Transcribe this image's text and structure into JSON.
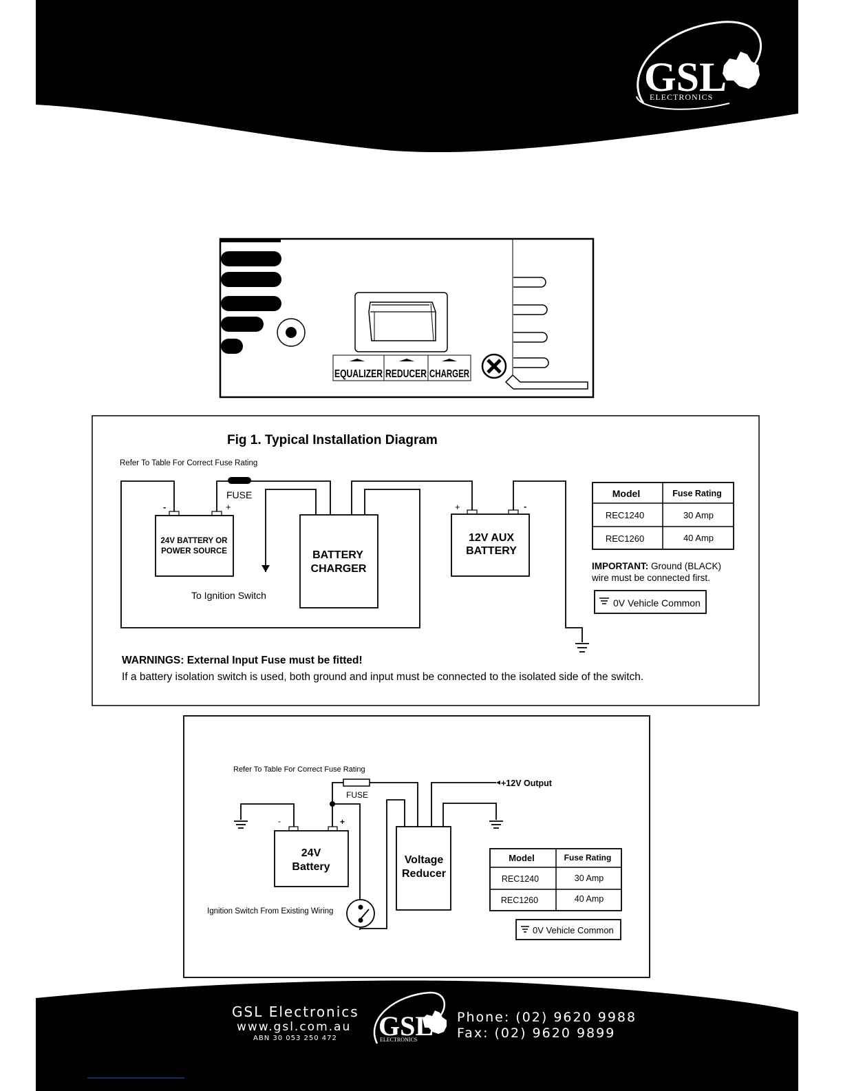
{
  "brand": {
    "logo_text": "GSL",
    "logo_subtext": "ELECTRONICS"
  },
  "panel": {
    "switch_labels": [
      "EQUALIZER",
      "REDUCER",
      "CHARGER"
    ]
  },
  "fig1": {
    "title": "Fig 1. Typical Installation Diagram",
    "fuse_note": "Refer To Table For Correct Fuse Rating",
    "fuse_label": "FUSE",
    "battery_24v_line1": "24V BATTERY OR",
    "battery_24v_line2": "POWER SOURCE",
    "charger_line1": "BATTERY",
    "charger_line2": "CHARGER",
    "aux_line1": "12V AUX",
    "aux_line2": "BATTERY",
    "ignition_label": "To Ignition Switch",
    "minus": "-",
    "plus": "+",
    "table": {
      "headers": [
        "Model",
        "Fuse Rating"
      ],
      "rows": [
        [
          "REC1240",
          "30 Amp"
        ],
        [
          "REC1260",
          "40 Amp"
        ]
      ]
    },
    "important_label": "IMPORTANT:",
    "important_text1": " Ground (BLACK)",
    "important_text2": "wire must be connected first.",
    "ground_legend": "0V Vehicle Common",
    "warnings_label": "WARNINGS:",
    "warnings_text": " External Input Fuse must be fitted!",
    "isolation_note": "If a battery isolation switch is used, both ground and input must be connected to the isolated side of the switch."
  },
  "fig2": {
    "fuse_note": "Refer To Table For Correct Fuse Rating",
    "fuse_label": "FUSE",
    "output_label": "+12V Output",
    "battery_line1": "24V",
    "battery_line2": "Battery",
    "reducer_line1": "Voltage",
    "reducer_line2": "Reducer",
    "ignition_label": "Ignition Switch From Existing Wiring",
    "minus": "-",
    "plus": "+",
    "table": {
      "headers": [
        "Model",
        "Fuse Rating"
      ],
      "rows": [
        [
          "REC1240",
          "30 Amp"
        ],
        [
          "REC1260",
          "40 Amp"
        ]
      ]
    },
    "ground_legend": "0V Vehicle Common"
  },
  "footer": {
    "company": "GSL Electronics",
    "website": "www.gsl.com.au",
    "abn": "ABN 30 053 250 472",
    "phone": "Phone: (02) 9620 9988",
    "fax": "Fax: (02) 9620 9899"
  }
}
